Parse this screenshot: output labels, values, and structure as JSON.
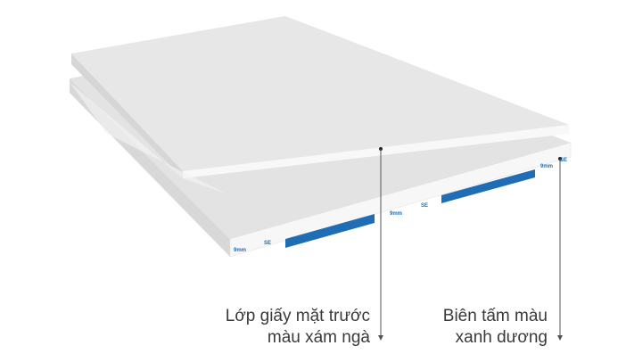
{
  "annotations": [
    {
      "line1": "Lớp giấy mặt trước",
      "line2": "màu xám ngà"
    },
    {
      "line1": "Biên tấm màu",
      "line2": "xanh dương"
    }
  ],
  "edge_marks": {
    "thickness": "9mm",
    "edge_type": "SE"
  },
  "colors": {
    "face": "#e6e6e6",
    "edge": "#ffffff",
    "stripe": "#1f6db5",
    "line": "#555555"
  }
}
